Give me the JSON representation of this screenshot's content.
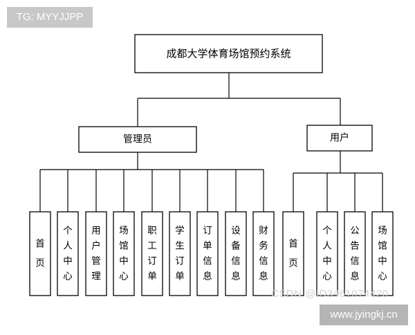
{
  "watermarks": {
    "tag": "TG: MYYJJPP",
    "csdn": "CSDN @ID3461074420",
    "site": "www.jyingkj.cn"
  },
  "diagram": {
    "root": "成都大学体育场馆预约系统",
    "branches": [
      {
        "id": "admin",
        "label": "管理员",
        "children": [
          "首页",
          "个人中心",
          "用户管理",
          "场馆中心",
          "职工订单",
          "学生订单",
          "订单信息",
          "设备信息",
          "财务信息"
        ]
      },
      {
        "id": "user",
        "label": "用户",
        "children": [
          "首页",
          "个人中心",
          "公告信息",
          "场馆中心"
        ]
      }
    ]
  }
}
